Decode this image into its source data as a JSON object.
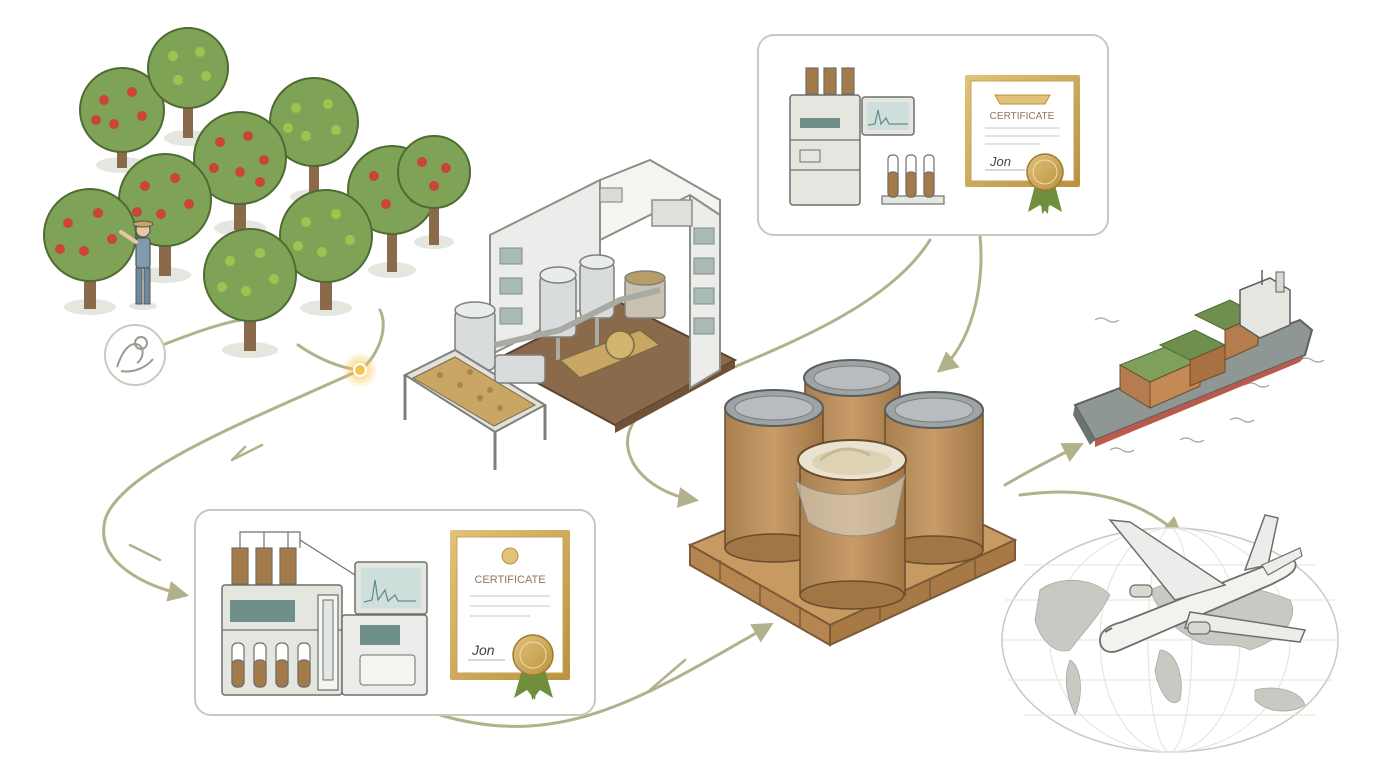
{
  "certificates": {
    "top": {
      "title": "CERTIFICATE",
      "signature": "Jon"
    },
    "bottom": {
      "title": "CERTIFICATE",
      "signature": "Jon"
    }
  },
  "colors": {
    "flow_line": "#b3b08c",
    "panel_border": "#c9c9bd",
    "leaf": "#7fa356",
    "leaf_dark": "#5e8a3e",
    "apple_red": "#c9443b",
    "apple_green": "#9cc54f",
    "trunk": "#8a6a4a",
    "drum": "#b98f5f",
    "drum_lid": "#9ea3a6",
    "pallet": "#c79a62",
    "gold": "#c8a256",
    "ribbon": "#6f8f3c",
    "equipment": "#e6e6e0",
    "screen": "#6f8f8a",
    "vial_liquid": "#a57a4a",
    "ship_hull": "#8e9793",
    "container_green": "#6e8f4e",
    "container_brown": "#b57d4e",
    "map_land": "#c9c9c3",
    "glow": "#f3c54a"
  },
  "icons": [
    "apple-tree-icon",
    "farmer-icon",
    "hands-harvest-icon",
    "factory-icon",
    "conveyor-icon",
    "lab-analyzer-icon",
    "test-tube-rack-icon",
    "certificate-icon",
    "award-seal-icon",
    "fiber-drum-icon",
    "wooden-pallet-icon",
    "cargo-ship-icon",
    "airplane-icon",
    "world-map-icon"
  ]
}
